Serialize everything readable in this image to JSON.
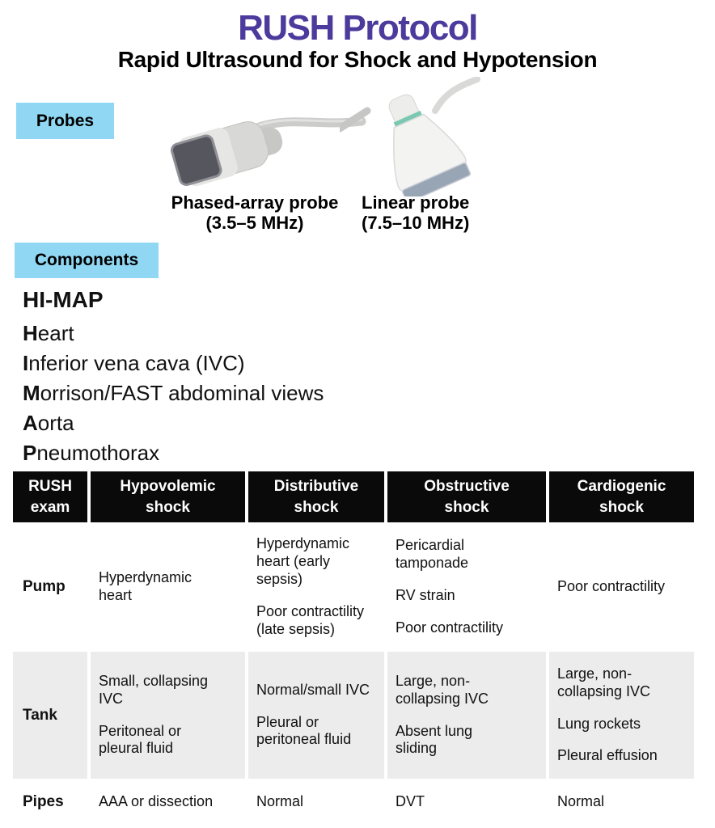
{
  "header": {
    "title": "RUSH Protocol",
    "subtitle": "Rapid Ultrasound for Shock and Hypotension"
  },
  "probes": {
    "label": "Probes",
    "items": [
      {
        "icon": "phased-array-probe-icon",
        "name": "Phased-array probe",
        "frequency": "(3.5–5 MHz)"
      },
      {
        "icon": "linear-probe-icon",
        "name": "Linear probe",
        "frequency": "(7.5–10 MHz)"
      }
    ]
  },
  "components": {
    "label": "Components",
    "heading": "HI-MAP",
    "items": [
      {
        "initial": "H",
        "rest": "eart"
      },
      {
        "initial": "I",
        "rest": "nferior vena cava (IVC)"
      },
      {
        "initial": "M",
        "rest": "orrison/FAST abdominal views"
      },
      {
        "initial": "A",
        "rest": "orta"
      },
      {
        "initial": "P",
        "rest": "neumothorax"
      }
    ]
  },
  "table": {
    "headers": [
      {
        "lines": [
          "RUSH",
          "exam"
        ]
      },
      {
        "lines": [
          "Hypovolemic",
          "shock"
        ]
      },
      {
        "lines": [
          "Distributive",
          "shock"
        ]
      },
      {
        "lines": [
          "Obstructive",
          "shock"
        ]
      },
      {
        "lines": [
          "Cardiogenic",
          "shock"
        ]
      }
    ],
    "rows": [
      {
        "label": "Pump",
        "cells": [
          [
            "Hyperdynamic heart"
          ],
          [
            "Hyperdynamic heart (early sepsis)",
            "Poor contractility (late sepsis)"
          ],
          [
            "Pericardial tamponade",
            "RV strain",
            "Poor contractility"
          ],
          [
            "Poor contractility"
          ]
        ]
      },
      {
        "label": "Tank",
        "cells": [
          [
            "Small, collapsing IVC",
            "Peritoneal or pleural fluid"
          ],
          [
            "Normal/small IVC",
            "Pleural or peritoneal fluid"
          ],
          [
            "Large, non-collapsing IVC",
            "Absent lung sliding"
          ],
          [
            "Large, non-collapsing IVC",
            "Lung rockets",
            "Pleural effusion"
          ]
        ]
      },
      {
        "label": "Pipes",
        "cells": [
          [
            "AAA or dissection"
          ],
          [
            "Normal"
          ],
          [
            "DVT"
          ],
          [
            "Normal"
          ]
        ]
      }
    ]
  },
  "colors": {
    "accent_purple": "#4c3a9c",
    "label_blue": "#90d7f3",
    "table_header_black": "#0a0a0a",
    "table_row_gray": "#ececec"
  }
}
